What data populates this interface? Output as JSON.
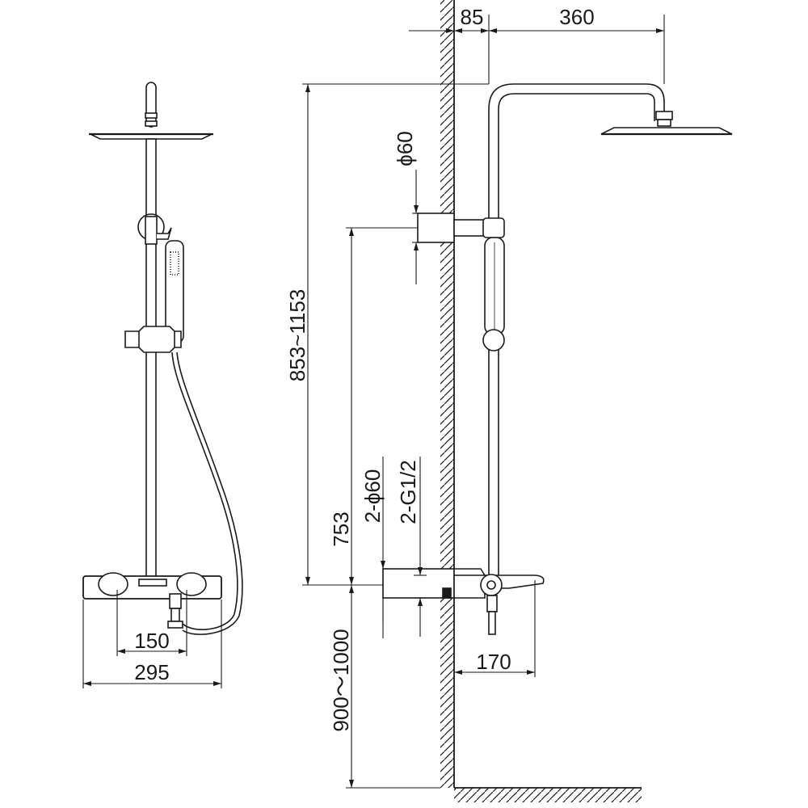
{
  "dimensions": {
    "head_offset": "85",
    "arm_length": "360",
    "inlet_diameter": "ϕ60",
    "riser_height": "853~1153",
    "mixer_to_inlet": "753",
    "inlet_pair_diameter": "2-ϕ60",
    "inlet_thread": "2-G1/2",
    "mounting_height": "900～1000",
    "spout_projection": "170",
    "inlet_spacing": "150",
    "mixer_width": "295"
  }
}
